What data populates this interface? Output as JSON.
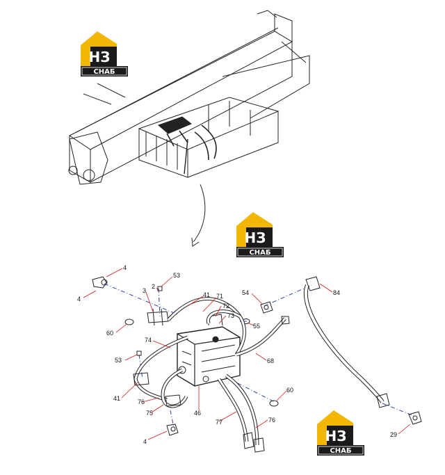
{
  "logo": {
    "mark": "НЗ",
    "word": "СНАБ",
    "colors": {
      "accent": "#f2b705",
      "dark": "#1a1a1a"
    }
  },
  "callouts": [
    "4",
    "4",
    "3",
    "2",
    "53",
    "41",
    "71",
    "72",
    "73",
    "54",
    "55",
    "84",
    "60",
    "74",
    "53",
    "68",
    "41",
    "76",
    "75",
    "46",
    "77",
    "76",
    "60",
    "4",
    "29"
  ],
  "colors": {
    "line": "#222222",
    "leader": "#d01818",
    "center": "#3040b0"
  },
  "icons": [
    "arrow-down-icon"
  ]
}
